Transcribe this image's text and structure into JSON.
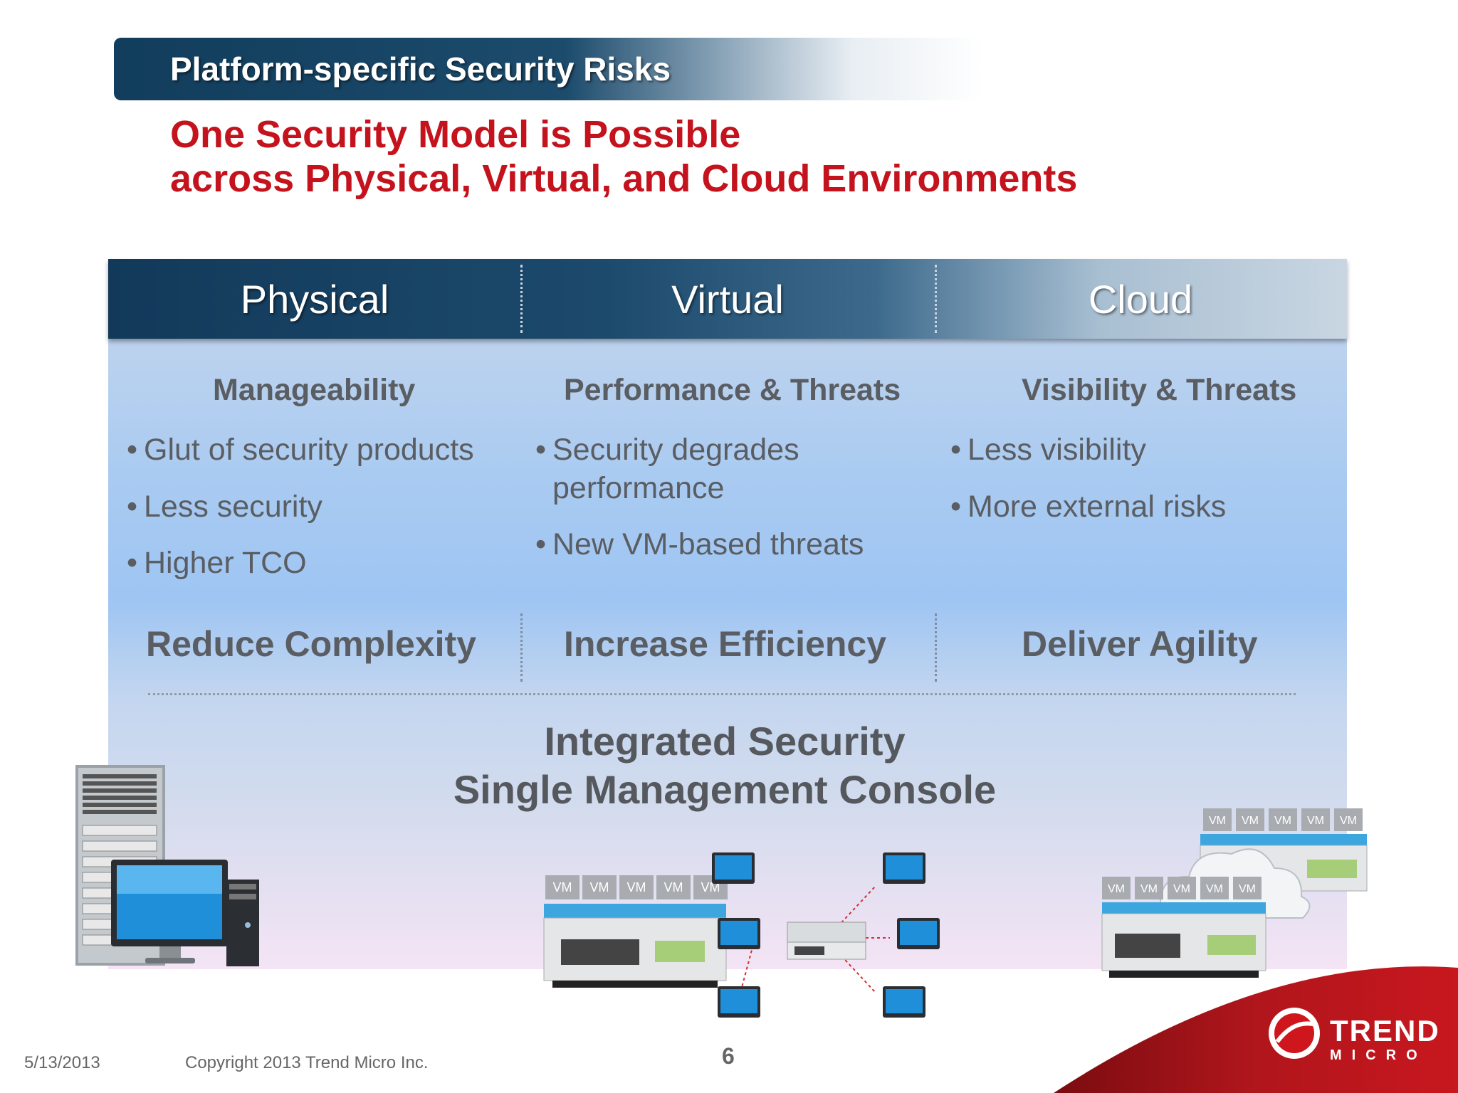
{
  "banner": {
    "title": "Platform-specific Security Risks"
  },
  "subtitle": {
    "line1": "One Security Model is Possible",
    "line2": "across Physical, Virtual, and Cloud Environments"
  },
  "columns": [
    {
      "header": "Physical",
      "category": "Manageability",
      "bullets": [
        "Glut of security products",
        "Less security",
        "Higher TCO"
      ],
      "goal": "Reduce Complexity"
    },
    {
      "header": "Virtual",
      "category": "Performance & Threats",
      "bullets": [
        "Security degrades",
        "performance",
        "New VM-based threats"
      ],
      "goal": "Increase Efficiency"
    },
    {
      "header": "Cloud",
      "category": "Visibility & Threats",
      "bullets": [
        "Less visibility",
        "More external risks"
      ],
      "goal": "Deliver Agility"
    }
  ],
  "integrated": {
    "line1": "Integrated Security",
    "line2": "Single Management Console"
  },
  "vm_label": "VM",
  "bullet_glyph": "•",
  "footer": {
    "date": "5/13/2013",
    "copyright": "Copyright 2013 Trend Micro Inc.",
    "page": "6"
  },
  "logo": {
    "line1": "TREND",
    "line2": "MICRO"
  },
  "colors": {
    "accent_red": "#c4131d",
    "header_navy": "#12395a",
    "text_gray": "#5a5d62"
  }
}
